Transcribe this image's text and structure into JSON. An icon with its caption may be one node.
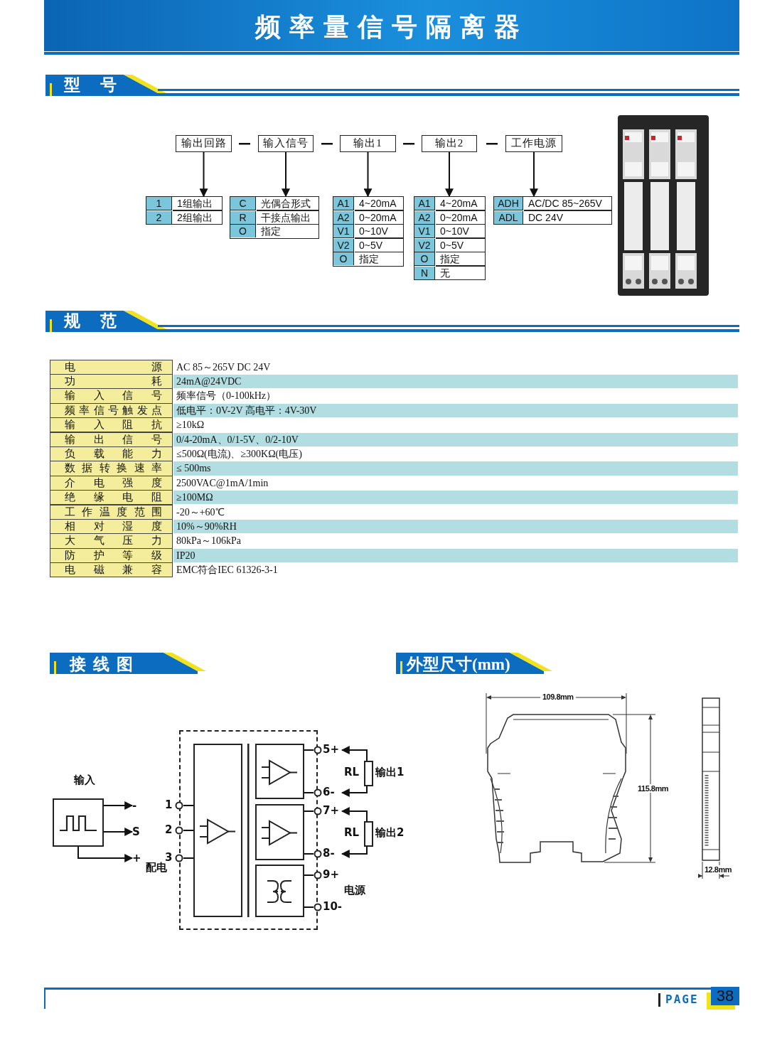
{
  "diagram": {
    "title": "频率量信号隔离器",
    "nodes": [
      {
        "text": [
          "输出回路"
        ]
      },
      {
        "text": [
          "输入信号"
        ]
      },
      {
        "text": [
          "输出1"
        ]
      },
      {
        "text": [
          "输出2"
        ]
      },
      {
        "text": [
          "工作电源"
        ]
      },
      {
        "text": [
          "1",
          "1组输出",
          "2",
          "2组输出"
        ]
      },
      {
        "text": [
          "C",
          "光偶合形式",
          "R",
          "干接点输出",
          "O",
          "指定"
        ]
      },
      {
        "text": [
          "A1",
          "4~20mA",
          "A2",
          "0~20mA",
          "V1",
          "0~10V",
          "V2",
          "0~5V",
          "O",
          "指定"
        ]
      },
      {
        "text": [
          "A1",
          "4~20mA",
          "A2",
          "0~20mA",
          "V1",
          "0~10V",
          "V2",
          "0~5V",
          "O",
          "指定",
          "N",
          "无"
        ]
      },
      {
        "text": [
          "ADH",
          "AC/DC 85~265V",
          "ADL",
          "DC 24V"
        ]
      },
      {
        "text": [
          "输入"
        ]
      },
      {
        "text": [
          "-"
        ]
      },
      {
        "text": [
          "S"
        ]
      },
      {
        "text": [
          "+"
        ]
      },
      {
        "text": [],
        "shape": "box"
      },
      {
        "text": [],
        "shape": "box",
        "in": 14
      },
      {
        "text": [],
        "shape": "box",
        "in": 14
      },
      {
        "text": [],
        "shape": "box",
        "in": 14
      },
      {
        "text": [],
        "shape": "box",
        "in": 14
      },
      {
        "text": [
          "1"
        ]
      },
      {
        "text": [
          "2"
        ]
      },
      {
        "text": [
          "3"
        ]
      },
      {
        "text": [
          "5+"
        ]
      },
      {
        "text": [
          "6-"
        ]
      },
      {
        "text": [
          "7+"
        ]
      },
      {
        "text": [
          "8-"
        ]
      },
      {
        "text": [
          "9+"
        ]
      },
      {
        "text": [
          "10-"
        ]
      },
      {
        "text": [],
        "shape": "box",
        "beside": [
          "RL",
          "输出1"
        ]
      },
      {
        "text": [],
        "shape": "box",
        "beside": [
          "RL",
          "输出2"
        ]
      }
    ],
    "edges": [
      {
        "from": 0,
        "to": 5,
        "arrow": "to"
      },
      {
        "from": 1,
        "to": 6,
        "arrow": "to"
      },
      {
        "from": 2,
        "to": 7,
        "arrow": "to"
      },
      {
        "from": 3,
        "to": 8,
        "arrow": "to"
      },
      {
        "from": 4,
        "to": 9,
        "arrow": "to"
      },
      {
        "from": 10,
        "to": 11,
        "arrow": "to"
      },
      {
        "from": 10,
        "to": 12,
        "arrow": "to"
      },
      {
        "from": 10,
        "to": 13,
        "arrow": "to"
      },
      {
        "from": 19,
        "to": 15,
        "arrow": "none"
      },
      {
        "from": 20,
        "to": 15,
        "arrow": "none"
      },
      {
        "from": 21,
        "to": 15,
        "arrow": "none"
      },
      {
        "from": 16,
        "to": 22,
        "arrow": "none"
      },
      {
        "from": 16,
        "to": 23,
        "arrow": "none"
      },
      {
        "from": 17,
        "to": 24,
        "arrow": "none"
      },
      {
        "from": 17,
        "to": 25,
        "arrow": "none"
      },
      {
        "from": 18,
        "to": 26,
        "arrow": "none"
      },
      {
        "from": 18,
        "to": 27,
        "arrow": "none"
      },
      {
        "from": 28,
        "to": 22,
        "arrow": "to"
      },
      {
        "from": 28,
        "to": 23,
        "arrow": "to"
      },
      {
        "from": 29,
        "to": 24,
        "arrow": "to"
      },
      {
        "from": 29,
        "to": 25,
        "arrow": "to"
      }
    ],
    "labels": [
      "型号",
      "规范",
      "电源",
      "AC 85～265V DC 24V",
      "功耗",
      "24mA@24VDC",
      "输入信号",
      "频率信号（0-100kHz）",
      "频率信号触发点",
      "低电平：0V-2V 高电平：4V-30V",
      "输入阻抗",
      "≥10kΩ",
      "输出信号",
      "0/4-20mA、0/1-5V、0/2-10V",
      "负载能力",
      "≤500Ω(电流)、≥300KΩ(电压)",
      "数据转换速率",
      "≤ 500ms",
      "介电强度",
      "2500VAC@1mA/1min",
      "绝缘电阻",
      "≥100MΩ",
      "工作温度范围",
      "-20～+60℃",
      "相对湿度",
      "10%～90%RH",
      "大气压力",
      "80kPa～106kPa",
      "防护等级",
      "IP20",
      "电磁兼容",
      "EMC符合IEC 61326-3-1",
      "接线图",
      "外型尺寸(mm)",
      "配电",
      "电源",
      "109.8mm",
      "115.8mm",
      "12.8mm",
      "PAGE",
      "38"
    ]
  }
}
